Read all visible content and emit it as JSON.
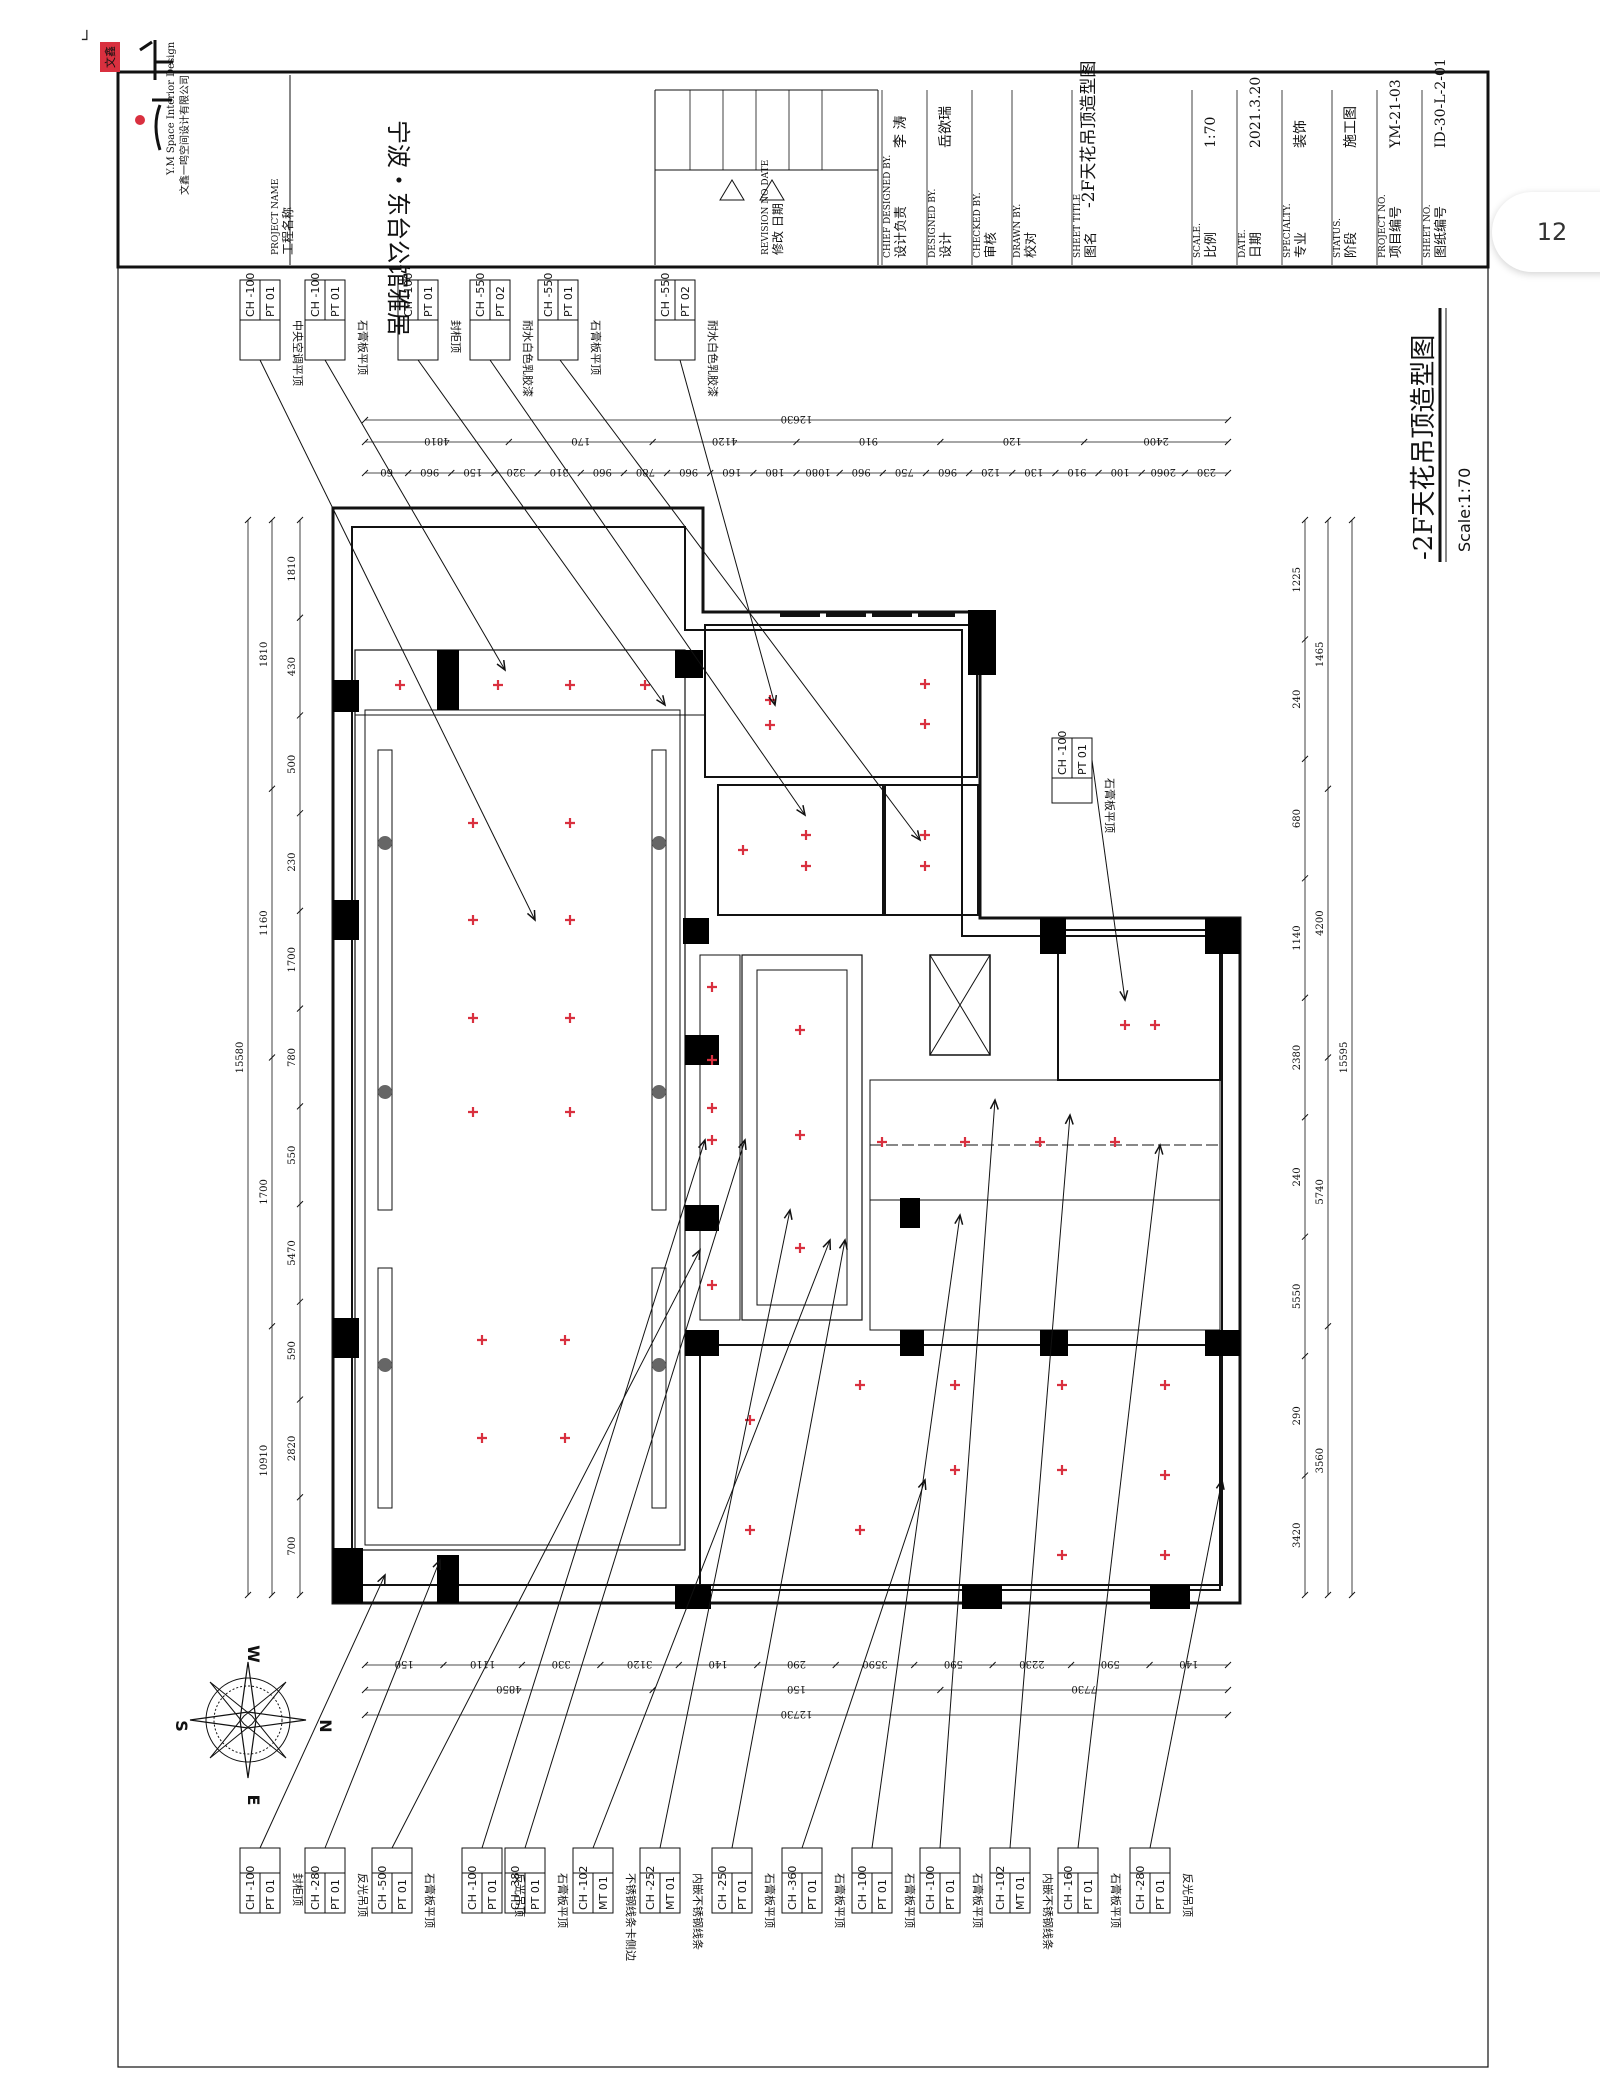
{
  "page": {
    "number": "12",
    "corner_mark": "┘"
  },
  "brand": {
    "company": "文鑫一鸣空间设计有限公司",
    "company_en": "Y.M Space Interior Design",
    "seal": "文鑫"
  },
  "project_name": {
    "value": "宁波・东台公馆雅居",
    "label_en": "PROJECT NAME",
    "label_cn": "工程名称"
  },
  "revision": {
    "label_en": "REVISION NO  DATE",
    "label_cn": "修改        日期"
  },
  "title_rows": [
    {
      "label_en": "CHIEF DESIGNED BY.",
      "label_cn": "设计负责",
      "value": "李 涛"
    },
    {
      "label_en": "DESIGNED BY.",
      "label_cn": "设计",
      "value": "岳欲瑞"
    },
    {
      "label_en": "CHECKED BY.",
      "label_cn": "审核",
      "value": ""
    },
    {
      "label_en": "DRAWN BY.",
      "label_cn": "校对",
      "value": ""
    },
    {
      "label_en": "SHEET TITLE",
      "label_cn": "图名",
      "value": "-2F天花吊顶造型图"
    },
    {
      "label_en": "SCALE.",
      "label_cn": "比例",
      "value": "1:70"
    },
    {
      "label_en": "DATE.",
      "label_cn": "日期",
      "value": "2021.3.20"
    },
    {
      "label_en": "SPECIALTY.",
      "label_cn": "专业",
      "value": "装饰"
    },
    {
      "label_en": "STATUS.",
      "label_cn": "阶段",
      "value": "施工图"
    },
    {
      "label_en": "PROJECT NO.",
      "label_cn": "项目编号",
      "value": "YM-21-03"
    },
    {
      "label_en": "SHEET NO.",
      "label_cn": "图纸编号",
      "value": "ID-30-L-2-01"
    }
  ],
  "drawing": {
    "title": "-2F天花吊顶造型图",
    "scale": "Scale:1:70"
  },
  "dimensions": {
    "top_row1": [
      "60",
      "960",
      "150",
      "320",
      "310",
      "960",
      "780",
      "960",
      "160",
      "180",
      "1080",
      "960",
      "750",
      "960",
      "120",
      "130",
      "910",
      "100",
      "2060",
      "230"
    ],
    "top_row2": [
      "4810",
      "170",
      "4120",
      "910",
      "120",
      "2400"
    ],
    "top_total": "12630",
    "bottom_row1": [
      "150",
      "1110",
      "330",
      "3120",
      "140",
      "290",
      "3590",
      "590",
      "2230",
      "590",
      "140"
    ],
    "bottom_row2": [
      "4850",
      "150",
      "7730"
    ],
    "bottom_total": "12730",
    "left_row1": [
      "1810",
      "430",
      "500",
      "230",
      "1700",
      "780",
      "550",
      "5470",
      "590",
      "2820",
      "700"
    ],
    "left_row2": [
      "1810",
      "1160",
      "1700",
      "10910"
    ],
    "left_total": "15580",
    "right_row1": [
      "1225",
      "240",
      "680",
      "1140",
      "2380",
      "240",
      "5550",
      "290",
      "3420"
    ],
    "right_row2": [
      "1465",
      "4200",
      "5740",
      "3560"
    ],
    "right_total": "15595"
  },
  "tags_top": [
    {
      "ch": "CH -100",
      "pt": "PT 01",
      "note": "中央空调平顶"
    },
    {
      "ch": "CH -100",
      "pt": "PT 01",
      "note": "石膏板平顶"
    },
    {
      "ch": "CH -100",
      "pt": "PT 01",
      "note": "封柜顶"
    },
    {
      "ch": "CH -550",
      "pt": "PT 02",
      "note": "耐水白色乳胶漆"
    },
    {
      "ch": "CH -550",
      "pt": "PT 01",
      "note": "石膏板平顶"
    },
    {
      "ch": "CH -550",
      "pt": "PT 02",
      "note": "耐水白色乳胶漆"
    }
  ],
  "tag_right": {
    "ch": "CH -100",
    "pt": "PT 01",
    "note": "石膏板平顶"
  },
  "tags_bottom": [
    {
      "ch": "CH -100",
      "pt": "PT 01",
      "note": "封柜顶"
    },
    {
      "ch": "CH -280",
      "pt": "PT 01",
      "note": "反光吊顶"
    },
    {
      "ch": "CH -500",
      "pt": "PT 01",
      "note": "石膏板平顶"
    },
    {
      "ch": "CH -100",
      "pt": "PT 01",
      "note": "反光吊顶"
    },
    {
      "ch": "CH -380",
      "pt": "PT 01",
      "note": "石膏板平顶"
    },
    {
      "ch": "CH -102",
      "pt": "MT 01",
      "note": "不锈钢线条卡侧边"
    },
    {
      "ch": "CH -252",
      "pt": "MT 01",
      "note": "内嵌不锈钢线条"
    },
    {
      "ch": "CH -250",
      "pt": "PT 01",
      "note": "石膏板平顶"
    },
    {
      "ch": "CH -360",
      "pt": "PT 01",
      "note": "石膏板平顶"
    },
    {
      "ch": "CH -100",
      "pt": "PT 01",
      "note": "石膏板平顶"
    },
    {
      "ch": "CH -100",
      "pt": "PT 01",
      "note": "石膏板平顶"
    },
    {
      "ch": "CH -102",
      "pt": "MT 01",
      "note": "内嵌不锈钢线条"
    },
    {
      "ch": "CH -160",
      "pt": "PT 01",
      "note": "石膏板平顶"
    },
    {
      "ch": "CH -280",
      "pt": "PT 01",
      "note": "反光吊顶"
    }
  ],
  "compass": {
    "n": "N",
    "s": "S",
    "e": "E",
    "w": "W"
  },
  "colors": {
    "ink": "#111111",
    "light": "#d9303f",
    "wall": "#000000",
    "paper": "#ffffff"
  }
}
